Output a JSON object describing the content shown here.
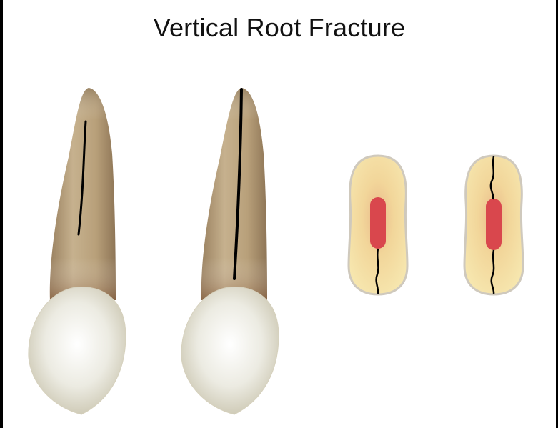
{
  "diagram": {
    "title": "Vertical Root Fracture",
    "illustrations": [
      {
        "kind": "tooth",
        "fracture": "partial"
      },
      {
        "kind": "tooth",
        "fracture": "complete"
      },
      {
        "kind": "root-cross-section",
        "fracture": "one-side"
      },
      {
        "kind": "root-cross-section",
        "fracture": "both-sides"
      }
    ]
  },
  "colors": {
    "background": "#ffffff",
    "border": "#000000",
    "root": "#b79f7a",
    "crown": "#e9e6da",
    "fracture_line": "#000000",
    "cross_section_fill": "#f3dfa0",
    "pulp": "#d9474d"
  }
}
